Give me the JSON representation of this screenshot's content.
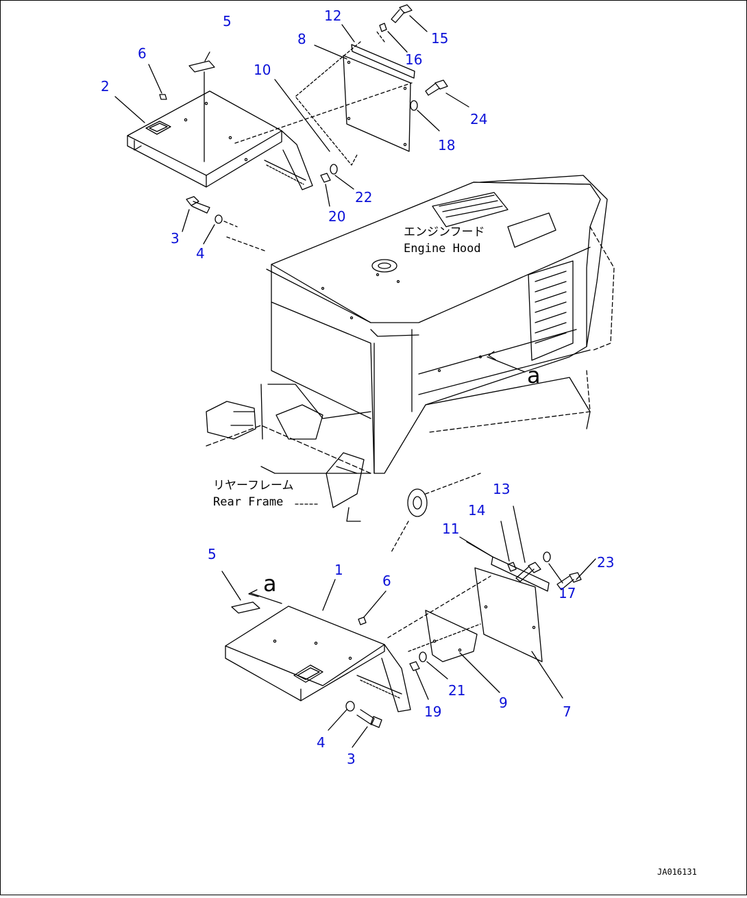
{
  "colors": {
    "callout": "#0a10d8",
    "line": "#000000",
    "background": "#ffffff"
  },
  "callouts": [
    {
      "key": "c5a",
      "text": "5"
    },
    {
      "key": "c6a",
      "text": "6"
    },
    {
      "key": "c2",
      "text": "2"
    },
    {
      "key": "c3a",
      "text": "3"
    },
    {
      "key": "c4a",
      "text": "4"
    },
    {
      "key": "c12",
      "text": "12"
    },
    {
      "key": "c8",
      "text": "8"
    },
    {
      "key": "c10",
      "text": "10"
    },
    {
      "key": "c15",
      "text": "15"
    },
    {
      "key": "c16",
      "text": "16"
    },
    {
      "key": "c24",
      "text": "24"
    },
    {
      "key": "c18",
      "text": "18"
    },
    {
      "key": "c22",
      "text": "22"
    },
    {
      "key": "c20",
      "text": "20"
    },
    {
      "key": "c13",
      "text": "13"
    },
    {
      "key": "c14",
      "text": "14"
    },
    {
      "key": "c11",
      "text": "11"
    },
    {
      "key": "c23",
      "text": "23"
    },
    {
      "key": "c17",
      "text": "17"
    },
    {
      "key": "c5b",
      "text": "5"
    },
    {
      "key": "c1",
      "text": "1"
    },
    {
      "key": "c6b",
      "text": "6"
    },
    {
      "key": "c21",
      "text": "21"
    },
    {
      "key": "c19",
      "text": "19"
    },
    {
      "key": "c9",
      "text": "9"
    },
    {
      "key": "c7",
      "text": "7"
    },
    {
      "key": "c4b",
      "text": "4"
    },
    {
      "key": "c3b",
      "text": "3"
    }
  ],
  "labels": {
    "engine_hood_jp": "エンジンフード",
    "engine_hood_en": "Engine Hood",
    "rear_frame_jp": "リヤーフレーム",
    "rear_frame_en": "Rear Frame",
    "view_mark_a": "a",
    "view_mark_a2": "a",
    "drawing_code": "JA016131"
  }
}
